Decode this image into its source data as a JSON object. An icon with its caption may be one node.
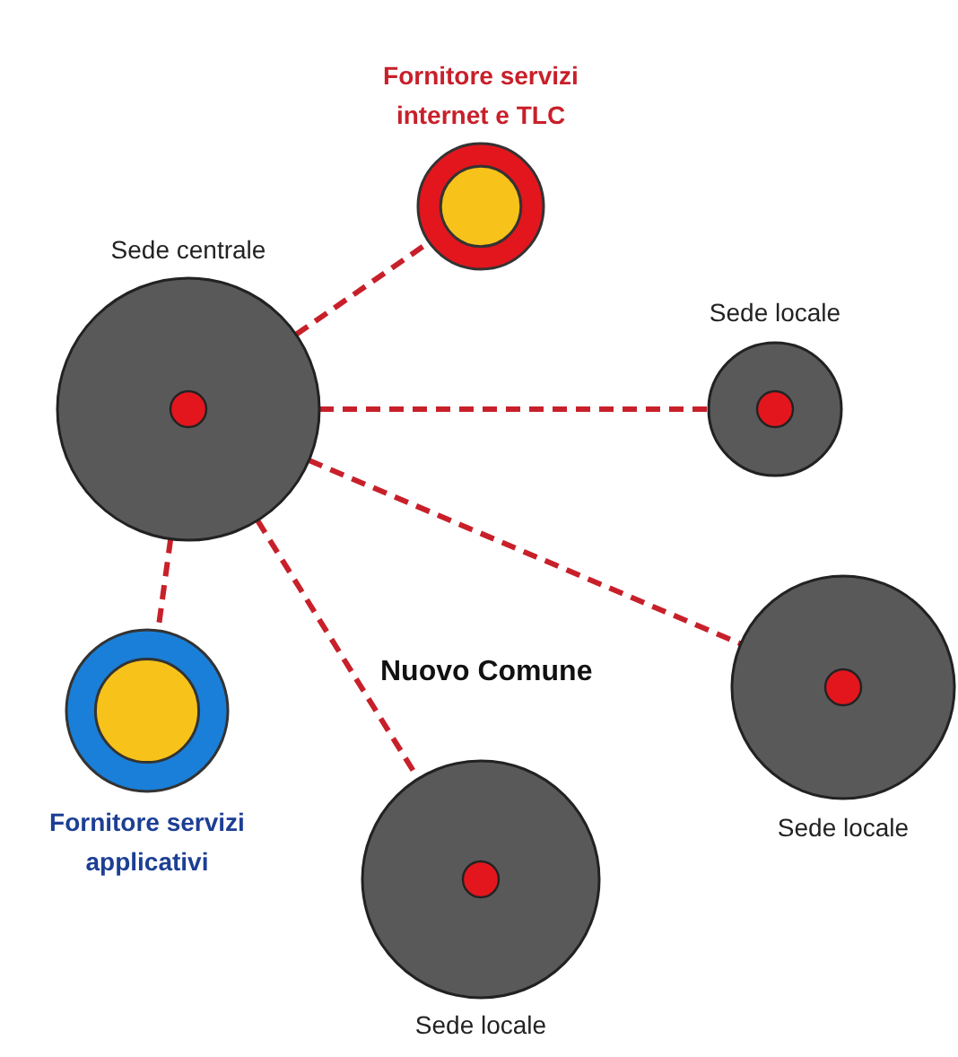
{
  "diagram": {
    "nodes": [
      {
        "text": [
          "Sede centrale"
        ]
      },
      {
        "text": [
          "Fornitore servizi internet e TLC"
        ]
      },
      {
        "text": [
          "Sede locale"
        ]
      },
      {
        "text": [
          "Sede locale"
        ]
      },
      {
        "text": [
          "Sede locale"
        ]
      },
      {
        "text": [
          "Fornitore servizi applicativi"
        ]
      }
    ],
    "edges": [
      {
        "from": 0,
        "to": 1,
        "arrow": "none",
        "style": "dashed"
      },
      {
        "from": 0,
        "to": 2,
        "arrow": "none",
        "style": "dashed"
      },
      {
        "from": 0,
        "to": 3,
        "arrow": "none",
        "style": "dashed"
      },
      {
        "from": 0,
        "to": 4,
        "arrow": "none",
        "style": "dashed"
      },
      {
        "from": 0,
        "to": 5,
        "arrow": "none",
        "style": "dashed"
      }
    ],
    "labels": [
      "Nuovo Comune"
    ]
  }
}
